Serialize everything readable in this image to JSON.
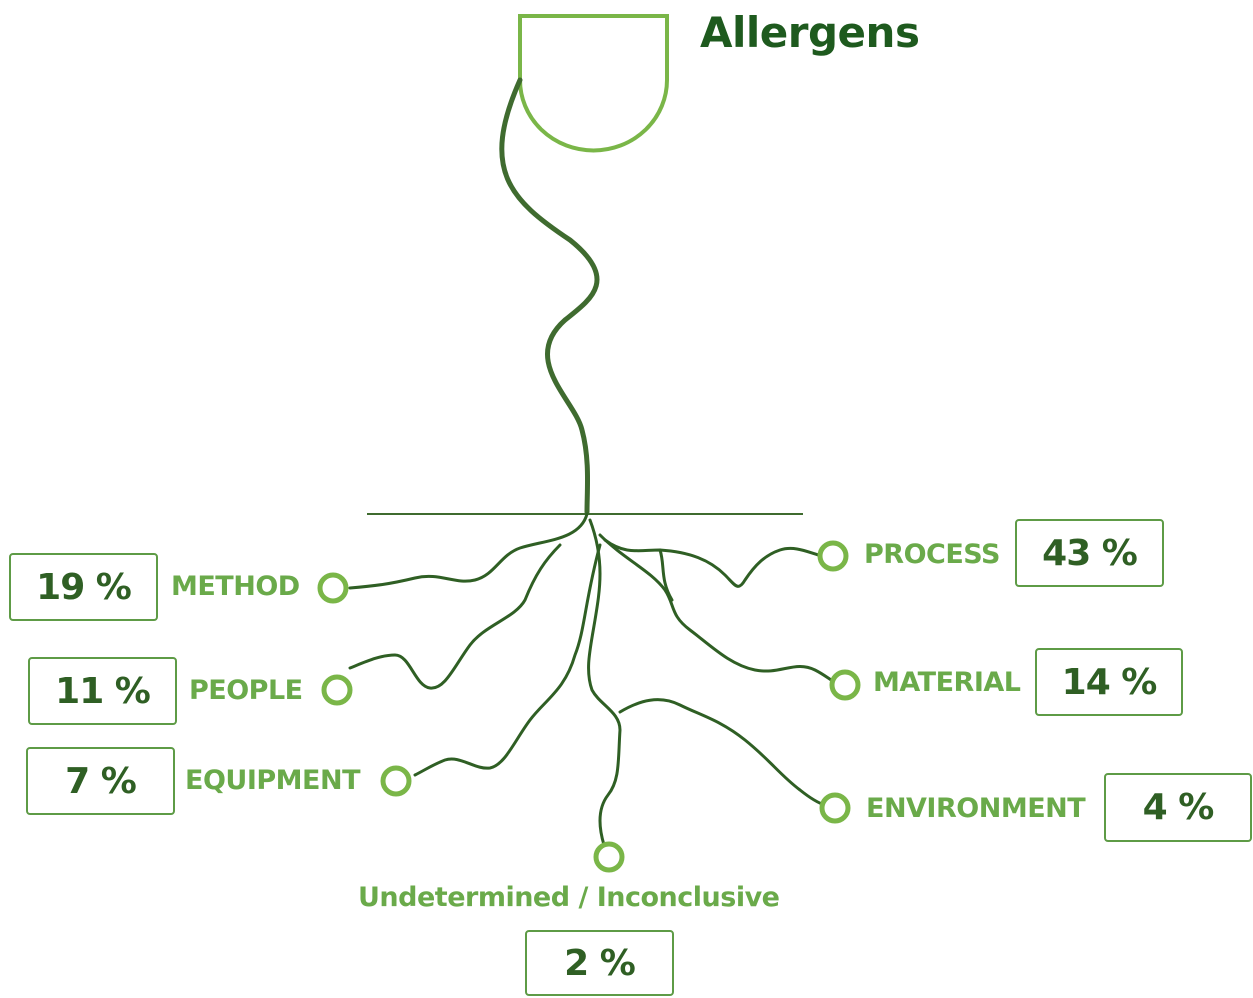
{
  "title": "Allergens",
  "colors": {
    "leaf": "#7ab648",
    "stem": "#3f6b2f",
    "roots": "#2f5f24",
    "label": "#6aaa4a",
    "box_border": "#5e9b46",
    "box_text": "#2f5f24",
    "title": "#1e5a1e"
  },
  "categories": [
    {
      "id": "method",
      "label": "METHOD",
      "value": "19 %"
    },
    {
      "id": "people",
      "label": "PEOPLE",
      "value": "11 %"
    },
    {
      "id": "equipment",
      "label": "EQUIPMENT",
      "value": "7 %"
    },
    {
      "id": "process",
      "label": "PROCESS",
      "value": "43 %"
    },
    {
      "id": "material",
      "label": "MATERIAL",
      "value": "14 %"
    },
    {
      "id": "environment",
      "label": "ENVIRONMENT",
      "value": "4 %"
    },
    {
      "id": "undetermined",
      "label": "Undetermined / Inconclusive",
      "value": "2 %"
    }
  ]
}
